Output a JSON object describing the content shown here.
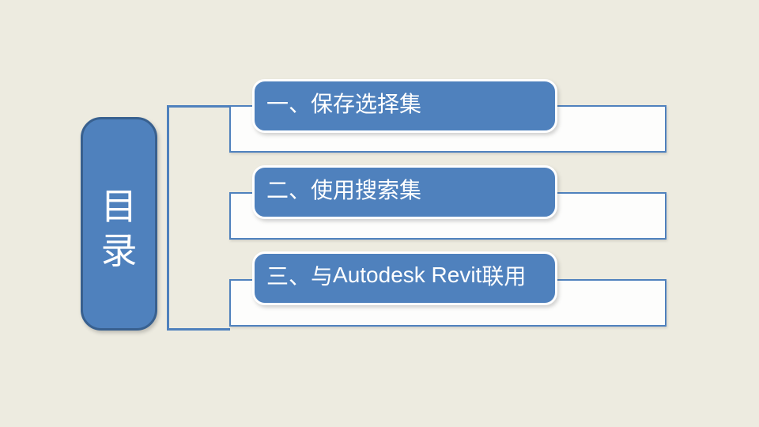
{
  "slide": {
    "kind": "presentation-slide-table-of-contents",
    "colors": {
      "background": "#EDEBE0",
      "accent_blue": "#4F81BD",
      "accent_blue_dark": "#38608F",
      "shape_outline_white": "#FFFFFF",
      "banner_fill": "#FDFDFC",
      "text_white": "#FFFFFF"
    }
  },
  "toc": {
    "title": "目录",
    "items": [
      {
        "label": "一、保存选择集",
        "segments": {
          "pre": "一、保存选择集",
          "latin": "",
          "post": ""
        }
      },
      {
        "label": "二、使用搜索集",
        "segments": {
          "pre": "二、使用搜索集",
          "latin": "",
          "post": ""
        }
      },
      {
        "label": "三、与Autodesk Revit联用",
        "segments": {
          "pre": "三、与",
          "latin": "Autodesk Revit",
          "post": "联用"
        }
      }
    ]
  }
}
